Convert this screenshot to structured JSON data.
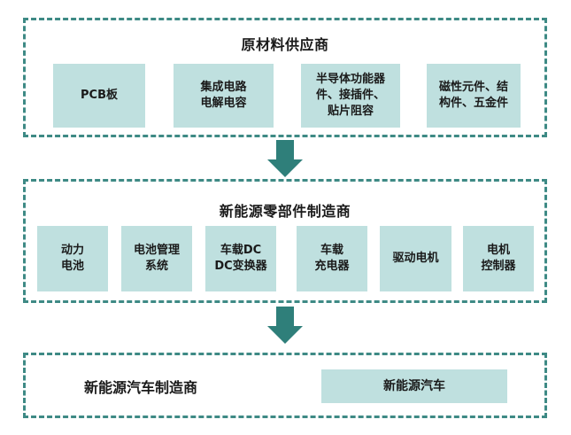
{
  "tier1": {
    "title": "原材料供应商",
    "items": [
      "PCB板",
      "集成电路\n电解电容",
      "半导体功能器\n件、接插件、\n贴片阻容",
      "磁性元件、结\n构件、五金件"
    ]
  },
  "tier2": {
    "title": "新能源零部件制造商",
    "items": [
      "动力\n电池",
      "电池管理\n系统",
      "车载DC\nDC变换器",
      "车载\n充电器",
      "驱动电机",
      "电机\n控制器"
    ]
  },
  "tier3": {
    "title": "新能源汽车制造商",
    "product": "新能源汽车"
  },
  "colors": {
    "border": "#3e8a85",
    "box": "#bfe0df",
    "arrow": "#2f7f7a"
  }
}
